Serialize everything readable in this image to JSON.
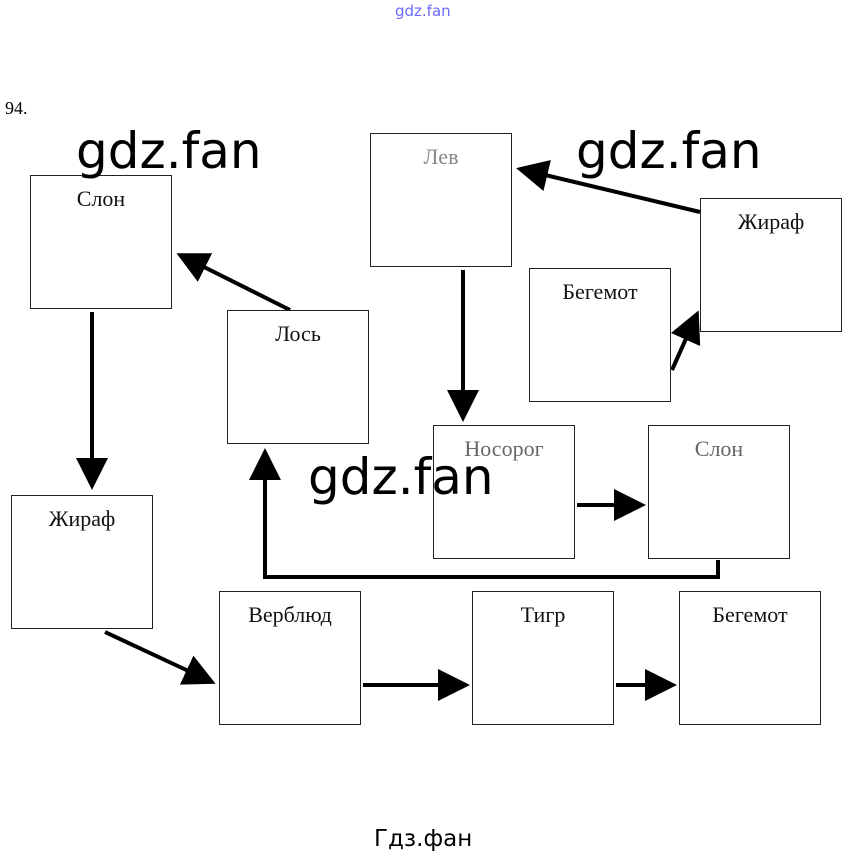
{
  "header": {
    "site": "gdz.fan",
    "task_number": "94."
  },
  "watermarks": [
    "gdz.fan",
    "gdz.fan",
    "gdz.fan"
  ],
  "footer": "Гдз.фан",
  "nodes": {
    "slon_left": "Слон",
    "los": "Лось",
    "lev": "Лев",
    "zhiraf_right": "Жираф",
    "begemot_top": "Бегемот",
    "nosorog": "Носорог",
    "slon_right": "Слон",
    "zhiraf_left": "Жираф",
    "verblyud": "Верблюд",
    "tigr": "Тигр",
    "begemot_bottom": "Бегемот"
  },
  "edges": [
    [
      "Лось",
      "Слон"
    ],
    [
      "Слон",
      "Жираф"
    ],
    [
      "Жираф",
      "Лев"
    ],
    [
      "Бегемот",
      "Жираф"
    ],
    [
      "Лев",
      "Носорог"
    ],
    [
      "Носорог",
      "Слон"
    ],
    [
      "Слон",
      "Лось"
    ],
    [
      "Жираф",
      "Верблюд"
    ],
    [
      "Верблюд",
      "Тигр"
    ],
    [
      "Тигр",
      "Бегемот"
    ]
  ]
}
